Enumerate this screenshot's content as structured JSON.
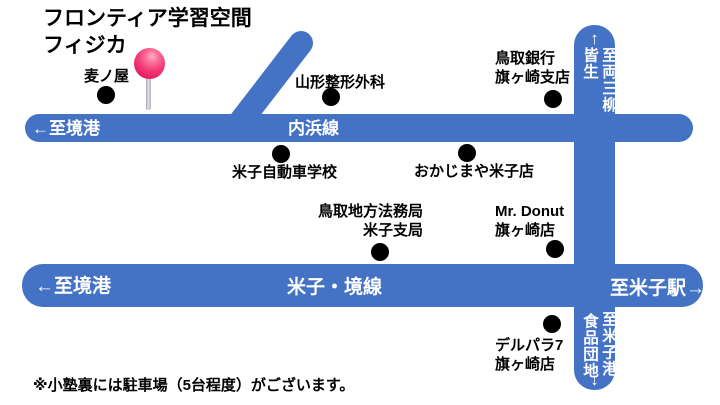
{
  "title": {
    "line1": "フロンティア学習空間",
    "line2": "フィジカ"
  },
  "colors": {
    "road_blue": "#4472C4",
    "pin_pink": "#F43D77",
    "pin_stem_gray": "#C3BFD2",
    "dot_black": "#000000",
    "background": "#FFFFFF"
  },
  "roads": {
    "uchihama": {
      "name": "内浜線",
      "west_label": "←至境港"
    },
    "yonago_sakai": {
      "name": "米子・境線",
      "west_label": "←至境港",
      "east_label": "至米子駅→"
    },
    "north": {
      "arrow": "↑",
      "dest_primary": "至両三柳",
      "dest_secondary": "皆生"
    },
    "south": {
      "arrow": "↓",
      "dest_primary": "至米子港",
      "dest_secondary": "食品団地"
    }
  },
  "pois": [
    {
      "id": "muginoya",
      "lines": [
        "麦ノ屋"
      ]
    },
    {
      "id": "yamagata-orthopedics",
      "lines": [
        "山形整形外科"
      ]
    },
    {
      "id": "tottori-bank-hatagasaki",
      "lines": [
        "鳥取銀行",
        "旗ヶ崎支店"
      ]
    },
    {
      "id": "yonago-driving-school",
      "lines": [
        "米子自動車学校"
      ]
    },
    {
      "id": "okajimaya-yonago",
      "lines": [
        "おかじまや米子店"
      ]
    },
    {
      "id": "tottori-legal-affairs-bureau-yonago",
      "lines": [
        "鳥取地方法務局",
        "米子支局"
      ]
    },
    {
      "id": "mr-donut-hatagasaki",
      "lines": [
        "Mr. Donut",
        "旗ヶ崎店"
      ]
    },
    {
      "id": "delpara7-hatagasaki",
      "lines": [
        "デルパラ7",
        "旗ヶ崎店"
      ]
    }
  ],
  "note": "※小塾裏には駐車場（5台程度）がございます。"
}
